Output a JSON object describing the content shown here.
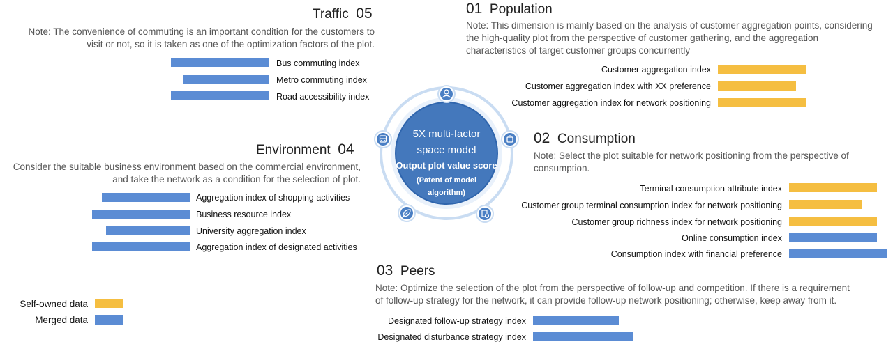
{
  "colors": {
    "self_owned": "#F5BE41",
    "merged": "#5B8CD4",
    "core": "#3E72B6",
    "ring": "#C9DCF2"
  },
  "center": {
    "line1": "5X multi-factor",
    "line2": "space model",
    "line3": "Output plot value score",
    "line4": "(Patent of model",
    "line5": "algorithm)",
    "icons": [
      "person-icon",
      "bag-icon",
      "document-icon",
      "leaf-icon",
      "bus-icon"
    ]
  },
  "sections": {
    "traffic": {
      "name": "Traffic",
      "num": "05",
      "note_line1": "Note: The convenience of commuting is an important condition for the customers to",
      "note_line2": "visit or not, so it is taken as one of  the optimization factors of the plot.",
      "items": [
        {
          "label": "Bus commuting index",
          "value": 1.0,
          "type": "merged"
        },
        {
          "label": "Metro commuting index",
          "value": 0.87,
          "type": "merged"
        },
        {
          "label": "Road accessibility index",
          "value": 1.0,
          "type": "merged"
        }
      ]
    },
    "population": {
      "name": "Population",
      "num": "01",
      "note_line1": "Note: This dimension is mainly based on the analysis of customer aggregation points, considering",
      "note_line2": "the high-quality plot from the perspective of customer gathering, and the aggregation",
      "note_line3": "characteristics of target customer groups concurrently",
      "items": [
        {
          "label": "Customer aggregation index",
          "value": 1.0,
          "type": "self_owned"
        },
        {
          "label": "Customer aggregation index with XX preference",
          "value": 0.88,
          "type": "self_owned"
        },
        {
          "label": "Customer aggregation index for network positioning",
          "value": 1.0,
          "type": "self_owned"
        }
      ]
    },
    "environment": {
      "name": "Environment",
      "num": "04",
      "note_line1": "Consider the suitable business environment based on the commercial environment,",
      "note_line2": "and take the network as a condition for the selection of plot.",
      "items": [
        {
          "label": "Aggregation index of shopping activities",
          "value": 0.9,
          "type": "merged"
        },
        {
          "label": "Business resource index",
          "value": 1.0,
          "type": "merged"
        },
        {
          "label": "University aggregation index",
          "value": 0.86,
          "type": "merged"
        },
        {
          "label": "Aggregation index of designated activities",
          "value": 1.0,
          "type": "merged"
        }
      ]
    },
    "consumption": {
      "name": "Consumption",
      "num": "02",
      "note_line1": "Note: Select the plot suitable for network positioning from the perspective of",
      "note_line2": "consumption.",
      "items": [
        {
          "label": "Terminal consumption attribute index",
          "value": 0.9,
          "type": "self_owned"
        },
        {
          "label": "Customer group terminal consumption index for network positioning",
          "value": 0.74,
          "type": "self_owned"
        },
        {
          "label": "Customer group richness index for network positioning",
          "value": 0.9,
          "type": "self_owned"
        },
        {
          "label": "Online consumption index",
          "value": 0.9,
          "type": "merged"
        },
        {
          "label": "Consumption index with financial preference",
          "value": 1.0,
          "type": "merged"
        }
      ]
    },
    "peers": {
      "name": "Peers",
      "num": "03",
      "note_line1": "Note: Optimize the selection of the plot from the perspective of follow-up and competition. If there is a requirement",
      "note_line2": "of follow-up strategy for the network, it can provide follow-up network positioning; otherwise, keep away from it.",
      "items": [
        {
          "label": "Designated follow-up strategy index",
          "value": 0.85,
          "type": "merged"
        },
        {
          "label": "Designated disturbance strategy index",
          "value": 1.0,
          "type": "merged"
        }
      ]
    }
  },
  "legend": {
    "self_owned": "Self-owned data",
    "merged": "Merged data"
  }
}
